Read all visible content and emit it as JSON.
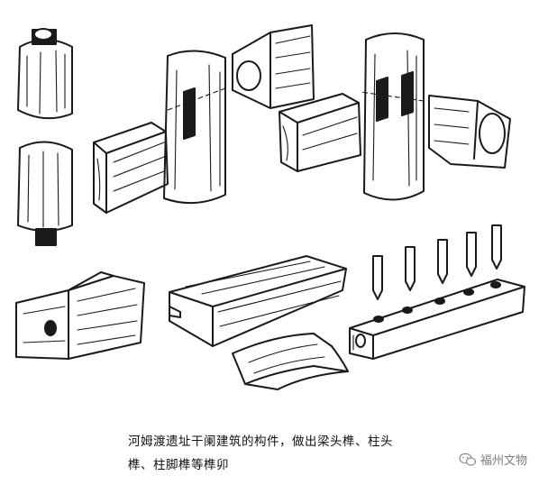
{
  "caption": {
    "line1": "河姆渡遗址干阑建筑的构件，做出梁头榫、柱头",
    "line2": "榫、柱脚榫等榫卯"
  },
  "watermark": {
    "icon": "wechat-icon",
    "text": "福州文物"
  },
  "illustrations": [
    "post-with-head-and-foot-tenons",
    "beam-joining-post-through-mortise",
    "beams-crossing-post-double-mortise",
    "beam-end-with-pinned-tenon",
    "tongue-and-groove-plank",
    "curved-joint-block",
    "sill-beam-with-row-of-pegs"
  ]
}
